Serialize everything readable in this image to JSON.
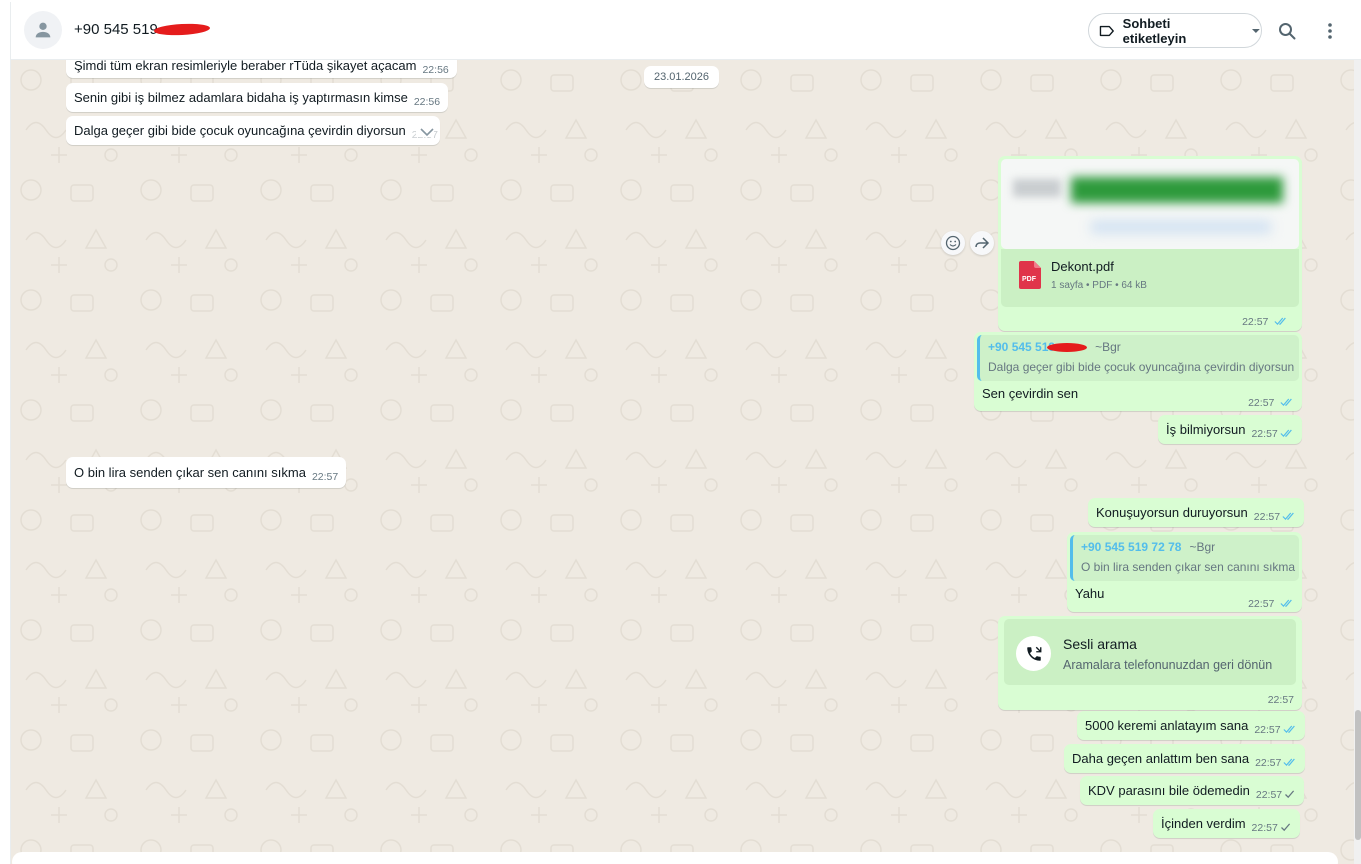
{
  "header": {
    "contact_name": "+90 545 519",
    "label_button": "Sohbeti etiketleyin"
  },
  "chat": {
    "date_chip": "23.01.2026",
    "incoming": [
      {
        "text": "Şimdi tüm ekran resimleriyle beraber rTüda şikayet açacam",
        "time": "22:56"
      },
      {
        "text": "Senin gibi iş bilmez adamlara bidaha iş yaptırmasın kimse",
        "time": "22:56"
      },
      {
        "text": "Dalga geçer gibi bide çocuk oyuncağına çevirdin diyorsun",
        "time": "22:57"
      },
      {
        "text": "O bin lira senden çıkar sen canını sıkma",
        "time": "22:57"
      }
    ],
    "document": {
      "filename": "Dekont.pdf",
      "meta": "1 sayfa • PDF • 64 kB",
      "file_type": "PDF",
      "time": "22:57"
    },
    "reply1": {
      "quote_name": "+90 545 519",
      "quote_sub": "~Bgr",
      "quote_text": "Dalga geçer gibi bide çocuk oyuncağına çevirdin diyorsun",
      "text": "Sen çevirdin sen",
      "time": "22:57"
    },
    "out1": {
      "text": "İş bilmiyorsun",
      "time": "22:57"
    },
    "out2": {
      "text": "Konuşuyorsun duruyorsun",
      "time": "22:57"
    },
    "reply2": {
      "quote_name": "+90 545 519 72 78",
      "quote_sub": "~Bgr",
      "quote_text": "O bin lira senden çıkar sen canını sıkma",
      "text": "Yahu",
      "time": "22:57"
    },
    "call": {
      "title": "Sesli arama",
      "subtitle": "Aramalara telefonunuzdan geri dönün",
      "time": "22:57"
    },
    "out_tail": [
      {
        "text": "5000 keremi anlatayım sana",
        "time": "22:57",
        "status": "read"
      },
      {
        "text": "Daha geçen anlattım ben sana",
        "time": "22:57",
        "status": "read"
      },
      {
        "text": "KDV parasını bile ödemedin",
        "time": "22:57",
        "status": "sent"
      },
      {
        "text": "İçinden verdim",
        "time": "22:57",
        "status": "sent"
      }
    ]
  },
  "colors": {
    "chat_bg": "#efeae2",
    "outgoing_bubble": "#d9fdd3",
    "incoming_bubble": "#ffffff",
    "read_tick": "#53bdeb",
    "sent_tick": "#667781",
    "accent": "#00a884"
  },
  "icons": [
    "default-avatar-icon",
    "label-icon",
    "chevron-down-icon",
    "search-icon",
    "menu-icon",
    "emoji-icon",
    "forward-icon",
    "pdf-icon",
    "voice-call-icon",
    "double-check-icon",
    "single-check-icon"
  ]
}
